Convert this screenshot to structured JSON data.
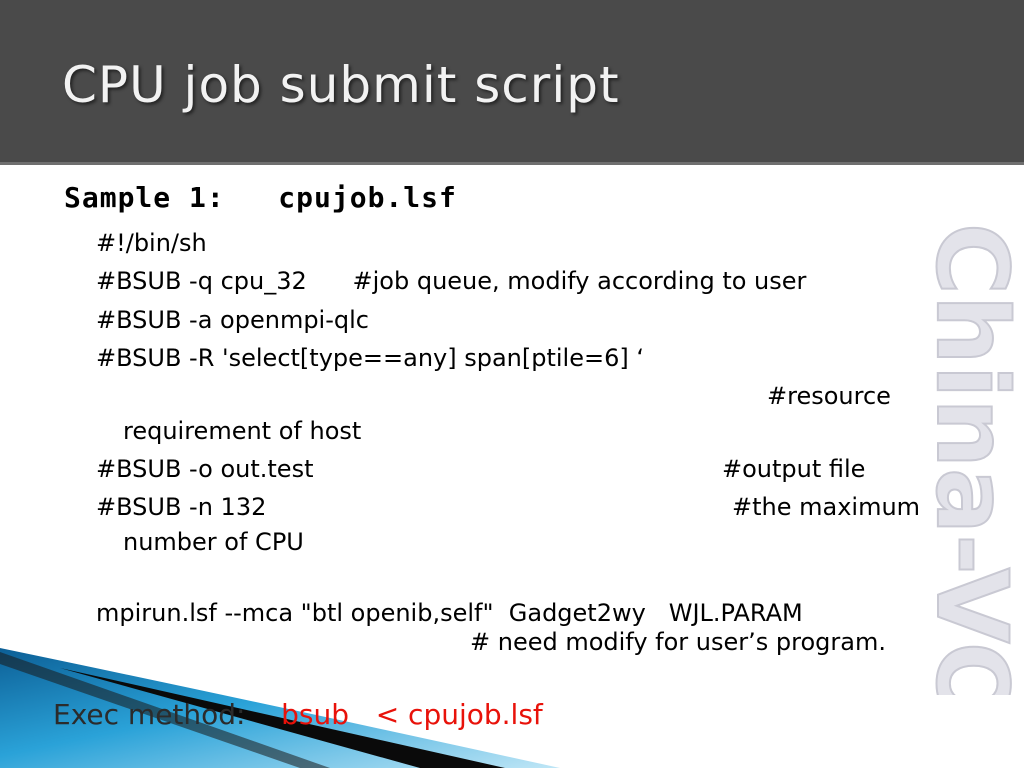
{
  "slide": {
    "title": "CPU job submit script",
    "watermark_text": "China-VO"
  },
  "content": {
    "sample_heading": "Sample 1:   cpujob.lsf",
    "lines": [
      "#!/bin/sh",
      "#BSUB -q cpu_32      #job queue, modify according to user",
      "#BSUB -a openmpi-qlc",
      "#BSUB -R 'select[type==any] span[ptile=6] ‘",
      "#resource",
      "requirement of host",
      "#BSUB -o out.test",
      "#output file",
      "#BSUB -n 132",
      "#the maximum",
      "number of CPU",
      "mpirun.lsf --mca \"btl openib,self\"  Gadget2wy   WJL.PARAM",
      "# need modify for user’s program."
    ]
  },
  "exec": {
    "label": "Exec method:",
    "command": "bsub   < cpujob.lsf"
  },
  "colors": {
    "title_bar": "#4a4a4a",
    "title_text": "#f2f2f2",
    "command_red": "#e8120a",
    "accent_blue": "#1e8fc8"
  }
}
